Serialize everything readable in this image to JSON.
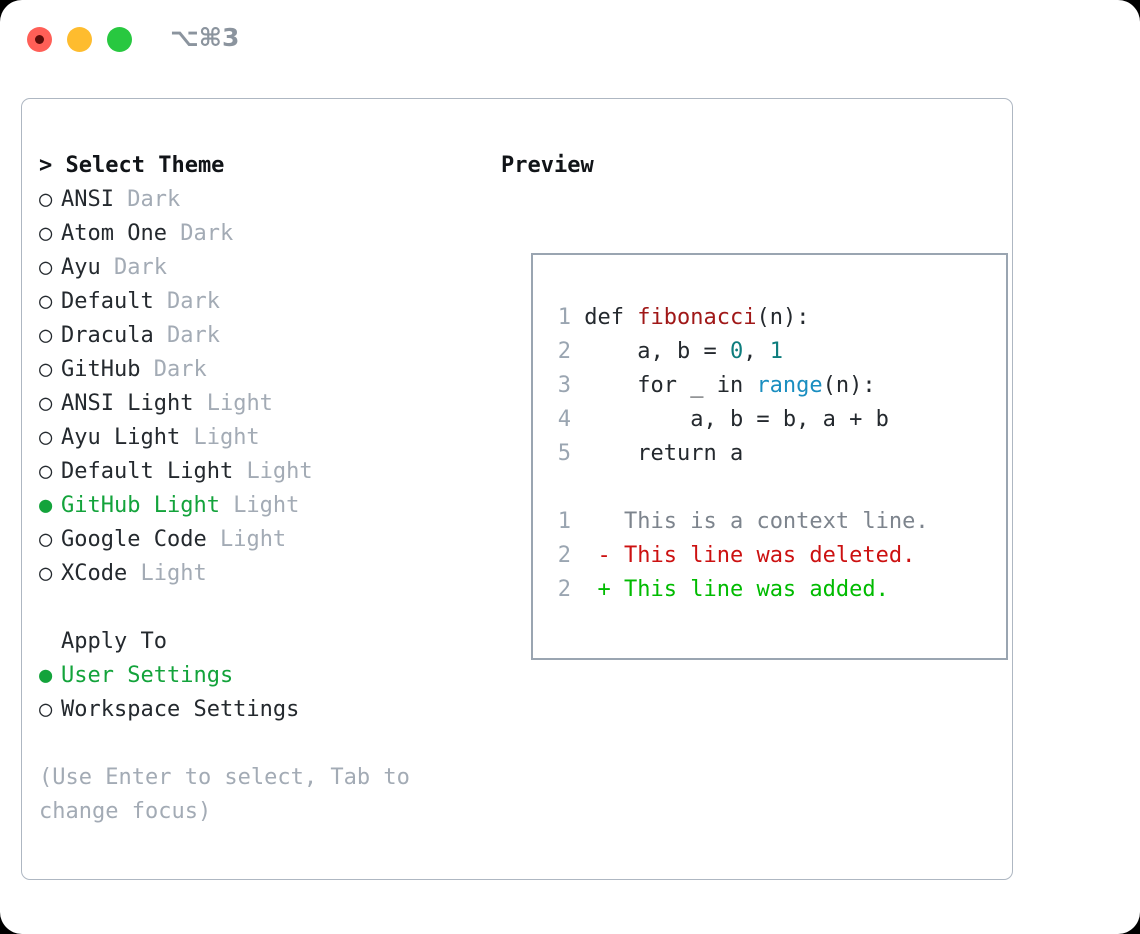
{
  "window": {
    "shortcut": "⌥⌘3",
    "traffic_lights": [
      {
        "name": "close",
        "color": "#ff5f57"
      },
      {
        "name": "minimize",
        "color": "#febc2e"
      },
      {
        "name": "maximize",
        "color": "#28c840"
      }
    ]
  },
  "colors": {
    "accent_green": "#13a33b",
    "muted_gray": "#a3abb5",
    "text": "#24292e",
    "border": "#aeb7c2",
    "code_border": "#9aa5b1",
    "diff_add": "#00bb00",
    "diff_del": "#cc1111",
    "diff_context": "#7d848d",
    "token_func": "#a01818",
    "token_num": "#0d7d7d",
    "token_builtin": "#1a8ec0"
  },
  "theme_picker": {
    "header": "> Select Theme",
    "bullet_empty": "○",
    "bullet_filled": "●",
    "items": [
      {
        "name": "ANSI",
        "kind": "Dark",
        "selected": false
      },
      {
        "name": "Atom One",
        "kind": "Dark",
        "selected": false
      },
      {
        "name": "Ayu",
        "kind": "Dark",
        "selected": false
      },
      {
        "name": "Default",
        "kind": "Dark",
        "selected": false
      },
      {
        "name": "Dracula",
        "kind": "Dark",
        "selected": false
      },
      {
        "name": "GitHub",
        "kind": "Dark",
        "selected": false
      },
      {
        "name": "ANSI Light",
        "kind": "Light",
        "selected": false
      },
      {
        "name": "Ayu Light",
        "kind": "Light",
        "selected": false
      },
      {
        "name": "Default Light",
        "kind": "Light",
        "selected": false
      },
      {
        "name": "GitHub Light",
        "kind": "Light",
        "selected": true
      },
      {
        "name": "Google Code",
        "kind": "Light",
        "selected": false
      },
      {
        "name": "XCode",
        "kind": "Light",
        "selected": false
      }
    ]
  },
  "apply_to": {
    "header": "Apply To",
    "options": [
      {
        "label": "User Settings",
        "selected": true
      },
      {
        "label": "Workspace Settings",
        "selected": false
      }
    ]
  },
  "hint": "(Use Enter to select, Tab to change focus)",
  "preview": {
    "header": "Preview",
    "code_lines": [
      {
        "number": "1",
        "tokens": [
          {
            "text": "def ",
            "style": "plain"
          },
          {
            "text": "fibonacci",
            "style": "func"
          },
          {
            "text": "(n):",
            "style": "plain"
          }
        ]
      },
      {
        "number": "2",
        "tokens": [
          {
            "text": "    a, b = ",
            "style": "plain"
          },
          {
            "text": "0",
            "style": "num"
          },
          {
            "text": ", ",
            "style": "plain"
          },
          {
            "text": "1",
            "style": "num"
          }
        ]
      },
      {
        "number": "3",
        "tokens": [
          {
            "text": "    for _ in ",
            "style": "plain"
          },
          {
            "text": "range",
            "style": "builtin"
          },
          {
            "text": "(n):",
            "style": "plain"
          }
        ]
      },
      {
        "number": "4",
        "tokens": [
          {
            "text": "        a, b = b, a + b",
            "style": "plain"
          }
        ]
      },
      {
        "number": "5",
        "tokens": [
          {
            "text": "    return a",
            "style": "plain"
          }
        ]
      }
    ],
    "diff_lines": [
      {
        "number": "1",
        "marker": " ",
        "text": " This is a context line.",
        "kind": "context"
      },
      {
        "number": "2",
        "marker": "-",
        "text": " This line was deleted.",
        "kind": "del"
      },
      {
        "number": "2",
        "marker": "+",
        "text": " This line was added.",
        "kind": "add"
      }
    ]
  }
}
